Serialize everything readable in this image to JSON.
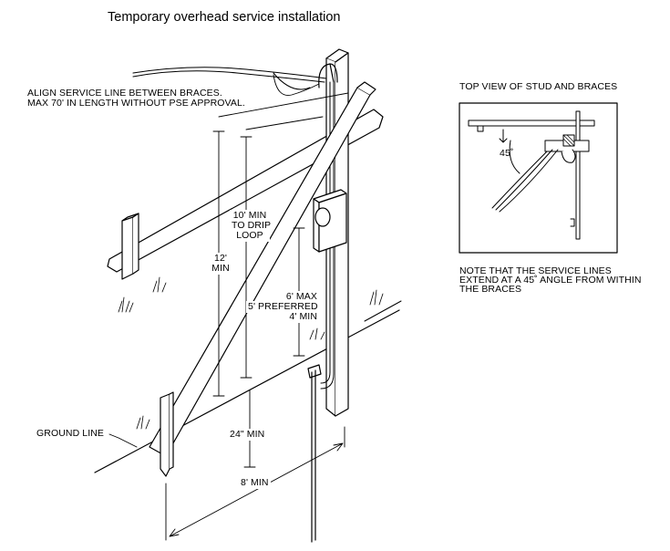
{
  "title": "Temporary overhead service installation",
  "main_view": {
    "align_note_line1": "ALIGN SERVICE LINE BETWEEN BRACES.",
    "align_note_line2": "MAX 70' IN LENGTH WITHOUT PSE APPROVAL.",
    "drip_loop_line1": "10' MIN",
    "drip_loop_line2": "TO DRIP",
    "drip_loop_line3": "LOOP",
    "height_line1": "12'",
    "height_line2": "MIN",
    "meter_line1": "6' MAX",
    "meter_line2": "5' PREFERRED",
    "meter_line3": "4' MIN",
    "ground_line": "GROUND LINE",
    "depth": "24\" MIN",
    "brace_distance": "8' MIN"
  },
  "top_view": {
    "heading": "TOP VIEW OF STUD AND BRACES",
    "angle": "45˚",
    "note_line1": "NOTE THAT THE SERVICE LINES",
    "note_line2": "EXTEND AT A 45˚ ANGLE FROM WITHIN",
    "note_line3": "THE BRACES"
  }
}
